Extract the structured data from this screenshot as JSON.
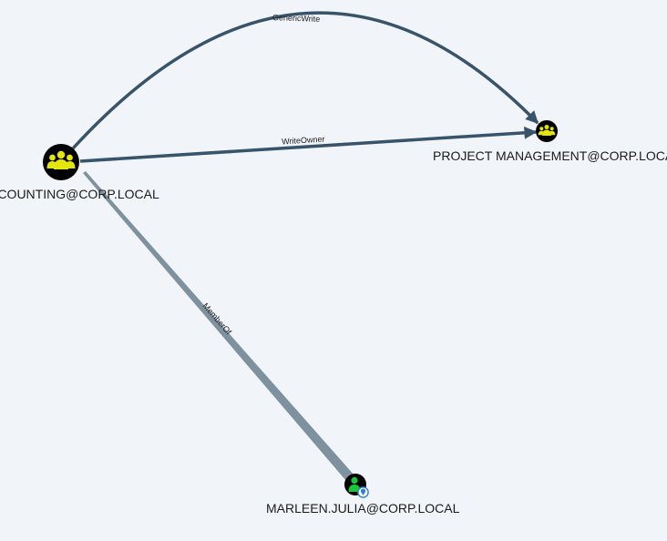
{
  "nodes": {
    "accounting": {
      "label": "ACCOUNTING@CORP.LOCAL",
      "type": "group",
      "icon": "group-icon",
      "fill": "#000000",
      "icon_color": "#e3e50c"
    },
    "project_management": {
      "label": "PROJECT MANAGEMENT@CORP.LOCAL",
      "type": "group",
      "icon": "group-icon",
      "fill": "#000000",
      "icon_color": "#e3e50c"
    },
    "marleen": {
      "label": "MARLEEN.JULIA@CORP.LOCAL",
      "type": "user",
      "icon": "user-icon",
      "badge": "location-pin-icon",
      "fill": "#000000",
      "icon_color": "#19c839",
      "badge_color": "#2f7fd9"
    }
  },
  "edges": {
    "generic_write": {
      "label": "GenericWrite",
      "source": "accounting",
      "target": "project_management",
      "color": "#38546a"
    },
    "write_owner": {
      "label": "WriteOwner",
      "source": "accounting",
      "target": "project_management",
      "color": "#38546a"
    },
    "member_of": {
      "label": "MemberOf",
      "source": "marleen",
      "target": "accounting",
      "color": "#7d919f"
    }
  },
  "colors": {
    "background": "#f1f4f8"
  }
}
